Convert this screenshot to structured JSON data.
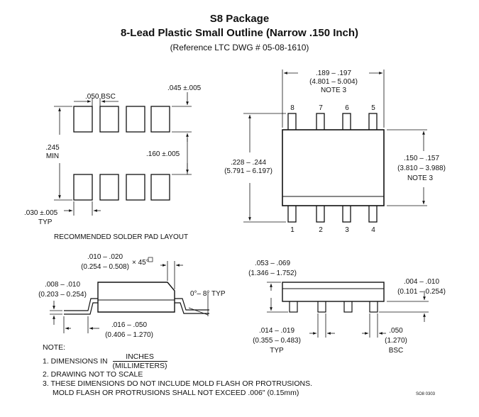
{
  "header": {
    "title": "S8 Package",
    "subtitle": "8-Lead Plastic Small Outline (Narrow .150 Inch)",
    "reference": "(Reference LTC DWG # 05-08-1610)"
  },
  "solder_pad": {
    "pitch": ".050 BSC",
    "pad_height": ".045 ±.005",
    "span_line1": ".245",
    "span_line2": "MIN",
    "row_gap": ".160 ±.005",
    "pad_width": ".030 ±.005",
    "pad_width_typ": "TYP",
    "caption": "RECOMMENDED SOLDER PAD LAYOUT"
  },
  "top_view": {
    "length_in": ".189 – .197",
    "length_mm": "(4.801 – 5.004)",
    "length_note": "NOTE 3",
    "width_in": ".228 – .244",
    "width_mm": "(5.791 – 6.197)",
    "body_in": ".150 – .157",
    "body_mm": "(3.810 – 3.988)",
    "body_note": "NOTE 3",
    "pins_top": [
      "8",
      "7",
      "6",
      "5"
    ],
    "pins_bottom": [
      "1",
      "2",
      "3",
      "4"
    ]
  },
  "side_view": {
    "chamfer_in": ".010 – .020",
    "chamfer_mm": "(0.254 – 0.508)",
    "chamfer_angle": "× 45°",
    "lead_thk_in": ".008 – .010",
    "lead_thk_mm": "(0.203 – 0.254)",
    "angle": "0°– 8° TYP",
    "foot_in": ".016 – .050",
    "foot_mm": "(0.406 – 1.270)"
  },
  "front_view": {
    "height_in": ".053 – .069",
    "height_mm": "(1.346 – 1.752)",
    "standoff_in": ".004 – .010",
    "standoff_mm": "(0.101 – 0.254)",
    "lead_w_in": ".014 – .019",
    "lead_w_mm": "(0.355 – 0.483)",
    "lead_w_typ": "TYP",
    "pitch_in": ".050",
    "pitch_mm": "(1.270)",
    "pitch_bsc": "BSC"
  },
  "notes": {
    "heading": "NOTE:",
    "n1_prefix": "1. DIMENSIONS IN",
    "n1_num": "INCHES",
    "n1_den": "(MILLIMETERS)",
    "n2": "2. DRAWING NOT TO SCALE",
    "n3a": "3. THESE DIMENSIONS DO NOT INCLUDE MOLD FLASH OR PROTRUSIONS.",
    "n3b": "MOLD FLASH OR PROTRUSIONS SHALL NOT EXCEED .006\" (0.15mm)"
  },
  "drawing_id": "SO8 0303"
}
